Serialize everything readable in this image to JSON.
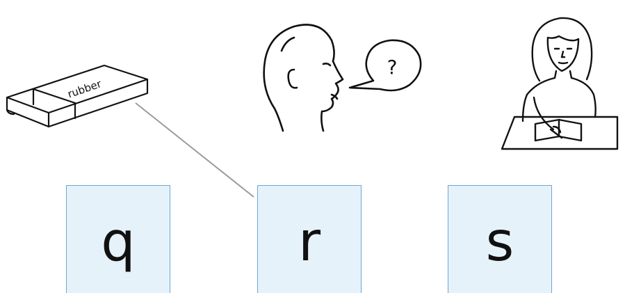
{
  "pictures": {
    "eraser": {
      "icon": "eraser-icon",
      "label": "rubber"
    },
    "speaker": {
      "icon": "speaking-head-icon",
      "bubble_text": "?"
    },
    "writer": {
      "icon": "girl-writing-icon"
    }
  },
  "letter_cards": [
    {
      "letter": "q"
    },
    {
      "letter": "r"
    },
    {
      "letter": "s"
    }
  ],
  "colors": {
    "card_fill": "#e6f2fa",
    "card_border": "#6aa7d4",
    "connector_line": "#9a9a9a"
  },
  "connection": {
    "from": "eraser",
    "to": "r"
  }
}
